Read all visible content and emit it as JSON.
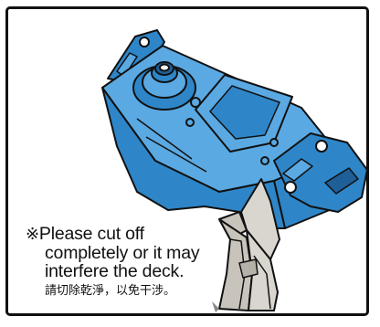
{
  "caption": {
    "mark": "※",
    "line1": "Please cut off",
    "line2": "completely or it may",
    "line3": "interfere the deck.",
    "chinese": "請切除乾淨，以免干涉。"
  },
  "colors": {
    "servo_blue": "#2E86C9",
    "servo_light": "#5AA9E2",
    "servo_dark": "#1F5F97",
    "cutter_grey": "#C8C4BC",
    "outline": "#111111"
  },
  "icons": [
    "servo-motor-icon",
    "side-cutter-icon"
  ]
}
